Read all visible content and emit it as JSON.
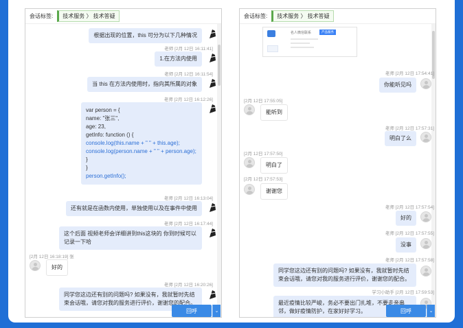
{
  "tag_label": "会话标签:",
  "tag_chip": "技术服务 〉 技术答疑",
  "reply_label": "回呼",
  "caret": "⌄",
  "left": {
    "messages": [
      {
        "text": "根据出现的位置，this 可分为以下几种情况"
      },
      {
        "meta": "老师 [2月 12日 16:11:41]"
      },
      {
        "text": "1.在方法内使用"
      },
      {
        "meta": "老师 [2月 12日 16:11:54]"
      },
      {
        "text": "当 this 在方法内使用时，指向其所属的对象"
      },
      {
        "meta": "老师 [2月 12日 16:12:26]"
      },
      {
        "meta": "老师 [2月 12日 16:13:04]"
      },
      {
        "text": "还有就是在函数内使用，单独使用以及在事件中使用"
      },
      {
        "meta": "老师 [2月 12日 16:17:44]"
      },
      {
        "text1": "这个后面 视频老师会详细讲到this这块的 你到时候可以",
        "text2": "记录一下哈"
      },
      {
        "meta": "[2月 12日 16:18:19] 张"
      },
      {
        "text": "好的"
      },
      {
        "meta": "老师 [2月 12日 16:20:26]"
      },
      {
        "text1": "同学您这边还有别的问题吗? 如果没有，我就暂时先结",
        "text2": "束会话哦，请您对我的服务进行评价，谢谢您的配合。"
      }
    ],
    "code": [
      "var person = {",
      "name: \"张三\",",
      "age: 23,",
      "getInfo: function () {",
      "console.log(this.name + \" \" + this.age);",
      "console.log(person.name + \" \" + person.age);",
      "}",
      "}",
      "person.getInfo();"
    ]
  },
  "right": {
    "screenshot_title": "名人微信联系",
    "screenshot_button": "产品服务",
    "messages": [
      {
        "meta": "老师 [2月 12日 17:54:41]"
      },
      {
        "text": "你能听见吗"
      },
      {
        "meta": "[2月 12日 17:55:05]"
      },
      {
        "text": "能听到"
      },
      {
        "meta": "老师 [2月 12日 17:57:31]"
      },
      {
        "text": "明白了么"
      },
      {
        "meta": "[2月 12日 17:57:50]"
      },
      {
        "text": "明白了"
      },
      {
        "meta": "[2月 12日 17:57:53]"
      },
      {
        "text": "谢谢您"
      },
      {
        "meta": "老师 [2月 12日 17:57:54]"
      },
      {
        "text": "好的"
      },
      {
        "meta": "老师 [2月 12日 17:57:55]"
      },
      {
        "text": "没事"
      },
      {
        "meta": "老师 [2月 12日 17:57:58]"
      },
      {
        "text1": "同学您这边还有别的问题吗? 如果没有，我就暂时先结",
        "text2": "束会话哦，请您对我的服务进行评价，谢谢您的配合。"
      },
      {
        "meta": "学习小助手 [2月 12日 17:59:53]"
      },
      {
        "text1": "最近疫情比较严峻，务必不要出门扎堆，不要走亲串",
        "text2": "邻，做好疫情防护，在家好好学习。"
      }
    ]
  }
}
